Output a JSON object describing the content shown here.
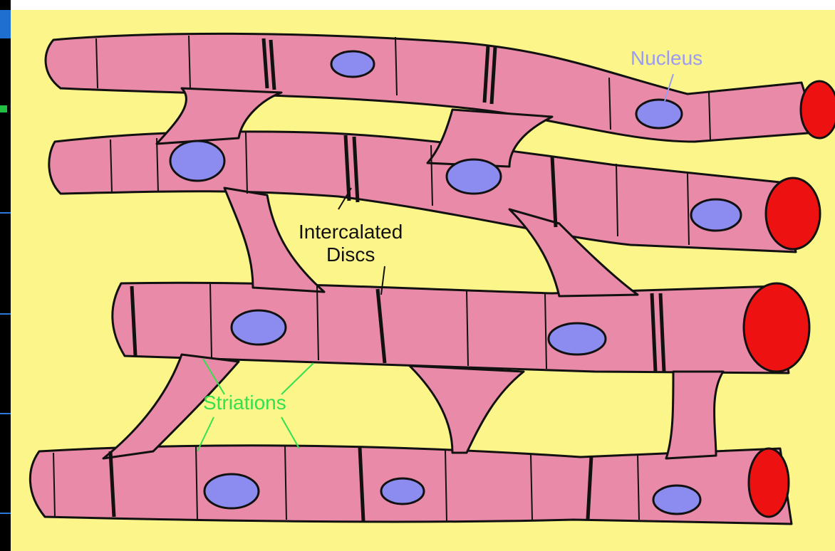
{
  "labels": {
    "nucleus": "Nucleus",
    "intercalated_line1": "Intercalated",
    "intercalated_line2": "Discs",
    "striations": "Striations"
  },
  "colors": {
    "background": "#fbf58a",
    "fiber": "#e98aa8",
    "nucleus": "#8c8cf0",
    "myofibril": "#ee1111",
    "nucleus_label": "#9a9cf0",
    "striations_label": "#35e050"
  }
}
